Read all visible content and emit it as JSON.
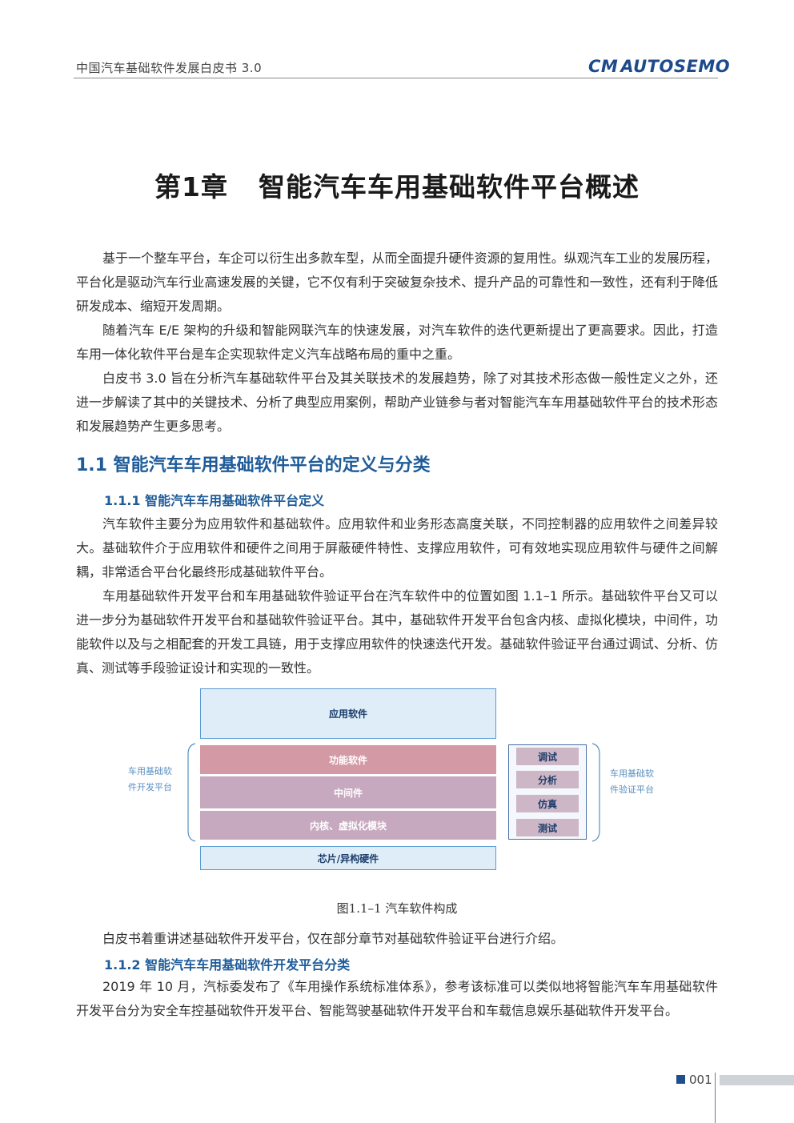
{
  "header": {
    "title": "中国汽车基础软件发展白皮书 3.0",
    "logo_cm": "CM",
    "logo_text": "AUTOSEMO"
  },
  "chapter": {
    "number": "第1章",
    "title": "智能汽车车用基础软件平台概述"
  },
  "intro": [
    "基于一个整车平台，车企可以衍生出多款车型，从而全面提升硬件资源的复用性。纵观汽车工业的发展历程，平台化是驱动汽车行业高速发展的关键，它不仅有利于突破复杂技术、提升产品的可靠性和一致性，还有利于降低研发成本、缩短开发周期。",
    "随着汽车 E/E 架构的升级和智能网联汽车的快速发展，对汽车软件的迭代更新提出了更高要求。因此，打造车用一体化软件平台是车企实现软件定义汽车战略布局的重中之重。",
    "白皮书 3.0 旨在分析汽车基础软件平台及其关联技术的发展趋势，除了对其技术形态做一般性定义之外，还进一步解读了其中的关键技术、分析了典型应用案例，帮助产业链参与者对智能汽车车用基础软件平台的技术形态和发展趋势产生更多思考。"
  ],
  "section_1_1": {
    "heading": "1.1 智能汽车车用基础软件平台的定义与分类",
    "sub1": {
      "heading": "1.1.1 智能汽车车用基础软件平台定义",
      "paras": [
        "汽车软件主要分为应用软件和基础软件。应用软件和业务形态高度关联，不同控制器的应用软件之间差异较大。基础软件介于应用软件和硬件之间用于屏蔽硬件特性、支撑应用软件，可有效地实现应用软件与硬件之间解耦，非常适合平台化最终形成基础软件平台。",
        "车用基础软件开发平台和车用基础软件验证平台在汽车软件中的位置如图 1.1–1 所示。基础软件平台又可以进一步分为基础软件开发平台和基础软件验证平台。其中，基础软件开发平台包含内核、虚拟化模块，中间件，功能软件以及与之相配套的开发工具链，用于支撑应用软件的快速迭代开发。基础软件验证平台通过调试、分析、仿真、测试等手段验证设计和实现的一致性。"
      ]
    },
    "figure": {
      "app": "应用软件",
      "func": "功能软件",
      "middleware": "中间件",
      "kernel": "内核、虚拟化模块",
      "hardware": "芯片/异构硬件",
      "left_label_1": "车用基础软",
      "left_label_2": "件开发平台",
      "right_label_1": "车用基础软",
      "right_label_2": "件验证平台",
      "verif_items": [
        "调试",
        "分析",
        "仿真",
        "测试"
      ],
      "caption": "图1.1–1 汽车软件构成"
    },
    "after_fig": "白皮书着重讲述基础软件开发平台，仅在部分章节对基础软件验证平台进行介绍。",
    "sub2": {
      "heading": "1.1.2 智能汽车车用基础软件开发平台分类",
      "para": "2019 年 10 月，汽标委发布了《车用操作系统标准体系》，参考该标准可以类似地将智能汽车车用基础软件开发平台分为安全车控基础软件开发平台、智能驾驶基础软件开发平台和车载信息娱乐基础软件开发平台。"
    }
  },
  "footer": {
    "page_number": "001"
  }
}
